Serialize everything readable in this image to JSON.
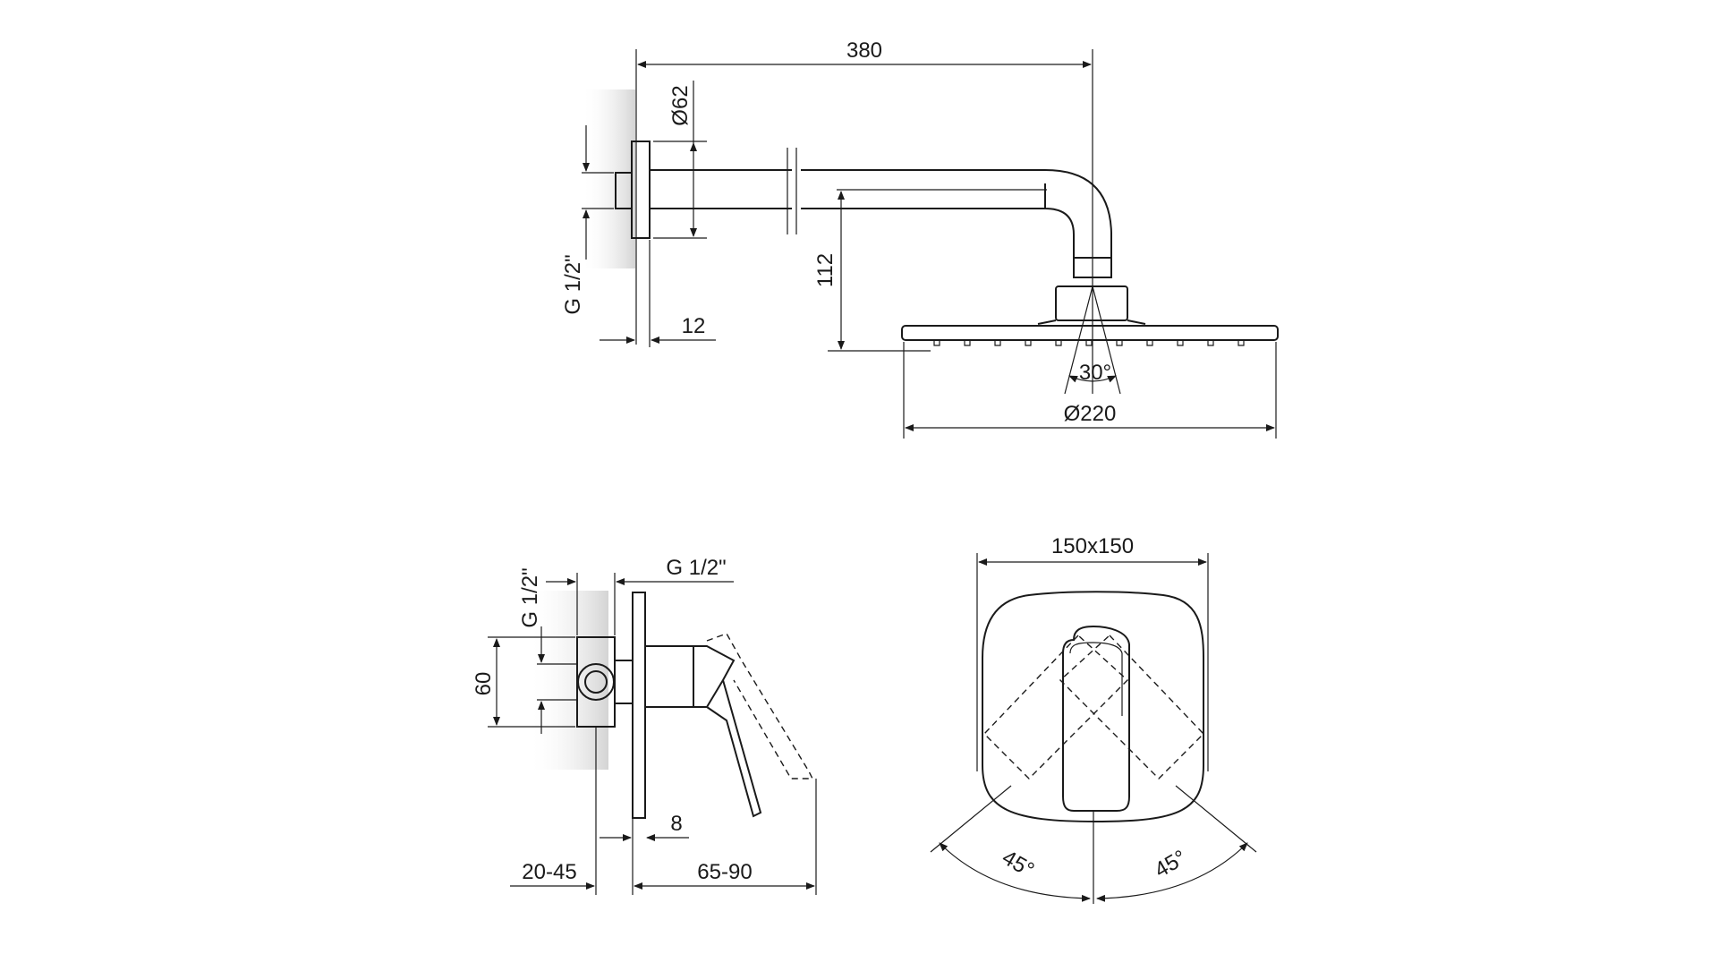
{
  "shower_arm": {
    "length_label": "380",
    "flange_diameter_label": "Ø62",
    "thread_label": "G 1/2\"",
    "flange_thickness_label": "12",
    "drop_height_label": "112",
    "spray_angle_label": "30°",
    "head_diameter_label": "Ø220"
  },
  "mixer_side": {
    "inlet_thread_label": "G 1/2\"",
    "outlet_thread_label": "G 1/2\"",
    "body_height_label": "60",
    "plate_thickness_label": "8",
    "wall_depth_label": "20-45",
    "projection_label": "65-90"
  },
  "mixer_front": {
    "plate_size_label": "150x150",
    "rotation_left_label": "45°",
    "rotation_right_label": "45°"
  },
  "colors": {
    "line": "#1a1a1a",
    "background": "#ffffff",
    "wall_shadow": "#d9d9d9"
  }
}
